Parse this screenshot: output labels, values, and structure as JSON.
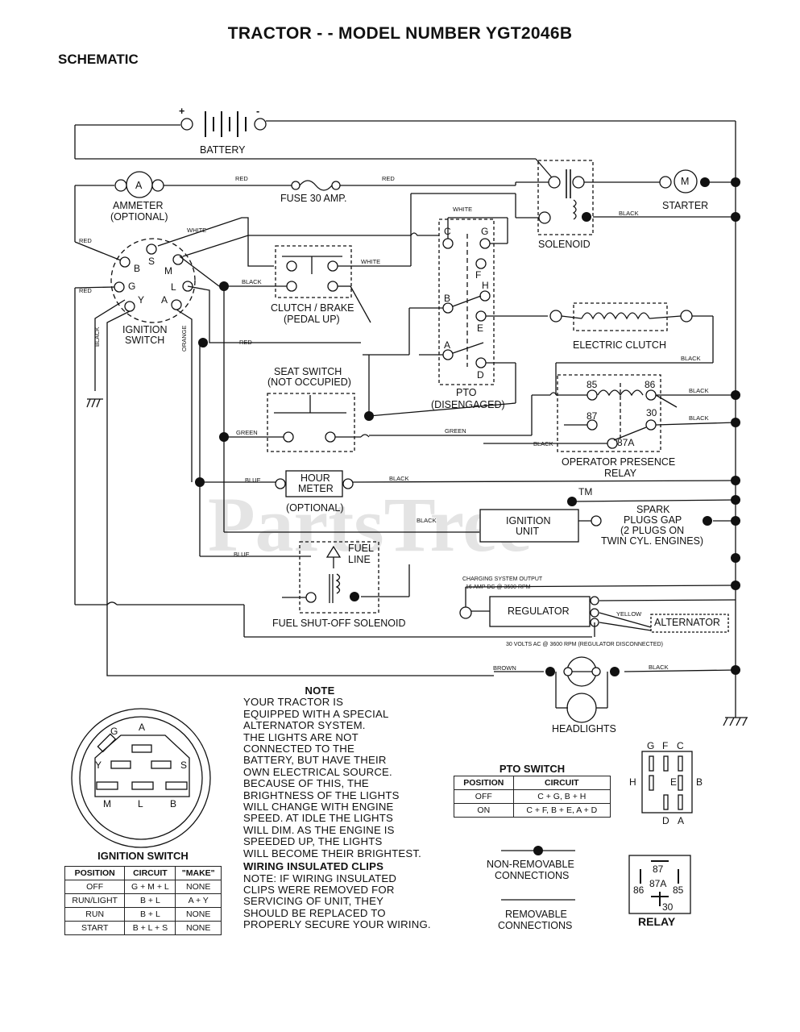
{
  "header": {
    "title": "TRACTOR - - MODEL NUMBER YGT2046B",
    "subtitle": "SCHEMATIC"
  },
  "watermark": {
    "text": "PartsTree",
    "tm": "TM"
  },
  "components": {
    "battery": "BATTERY",
    "battery_plus": "+",
    "battery_minus": "-",
    "ammeter_line1": "AMMETER",
    "ammeter_line2": "(OPTIONAL)",
    "ammeter_symbol": "A",
    "fuse": "FUSE 30 AMP.",
    "solenoid": "SOLENOID",
    "starter": "STARTER",
    "starter_symbol": "M",
    "ignition_switch_line1": "IGNITION",
    "ignition_switch_line2": "SWITCH",
    "clutch_brake_line1": "CLUTCH / BRAKE",
    "clutch_brake_line2": "(PEDAL UP)",
    "seat_switch_line1": "SEAT SWITCH",
    "seat_switch_line2": "(NOT OCCUPIED)",
    "pto_line1": "PTO",
    "pto_line2": "(DISENGAGED)",
    "electric_clutch": "ELECTRIC CLUTCH",
    "opr_line1": "OPERATOR PRESENCE",
    "opr_line2": "RELAY",
    "hour_meter_line1": "HOUR",
    "hour_meter_line2": "METER",
    "hour_meter_opt": "(OPTIONAL)",
    "ignition_unit_line1": "IGNITION",
    "ignition_unit_line2": "UNIT",
    "spark_line1": "SPARK",
    "spark_line2": "PLUGS GAP",
    "spark_line3": "(2 PLUGS ON",
    "spark_line4": "TWIN CYL. ENGINES)",
    "fuel_line1": "FUEL",
    "fuel_line2": "LINE",
    "fuel_solenoid": "FUEL SHUT-OFF SOLENOID",
    "charging_line1": "CHARGING SYSTEM OUTPUT",
    "charging_line2": "16 AMP DC @ 3600 RPM",
    "regulator": "REGULATOR",
    "alternator": "ALTERNATOR",
    "alt_output": "30 VOLTS AC @ 3600 RPM (REGULATOR DISCONNECTED)",
    "headlights": "HEADLIGHTS"
  },
  "wire_colors": {
    "red": "RED",
    "white": "WHITE",
    "black": "BLACK",
    "orange": "ORANGE",
    "green": "GREEN",
    "blue": "BLUE",
    "yellow": "YELLOW",
    "brown": "BROWN"
  },
  "ignition_pins": {
    "b": "B",
    "s": "S",
    "m": "M",
    "g": "G",
    "l": "L",
    "y": "Y",
    "a": "A"
  },
  "pto_pins": {
    "c": "C",
    "g": "G",
    "f": "F",
    "h": "H",
    "b": "B",
    "e": "E",
    "a": "A",
    "d": "D"
  },
  "relay_pins": {
    "p85": "85",
    "p86": "86",
    "p87": "87",
    "p30": "30",
    "p87a": "87A"
  },
  "note": {
    "heading": "NOTE",
    "lines": [
      "YOUR TRACTOR IS",
      "EQUIPPED WITH A SPECIAL",
      "ALTERNATOR SYSTEM.",
      "THE LIGHTS ARE NOT",
      "CONNECTED TO THE",
      "BATTERY, BUT HAVE THEIR",
      "OWN ELECTRICAL SOURCE.",
      "BECAUSE OF THIS, THE",
      "BRIGHTNESS OF THE LIGHTS",
      "WILL CHANGE WITH ENGINE",
      "SPEED. AT IDLE THE LIGHTS",
      "WILL DIM. AS THE ENGINE IS",
      "SPEEDED UP, THE LIGHTS",
      "WILL BECOME THEIR BRIGHTEST."
    ],
    "clips_heading": "WIRING INSULATED CLIPS",
    "clips_lines": [
      "NOTE: IF WIRING INSULATED",
      "CLIPS WERE REMOVED FOR",
      "SERVICING OF UNIT, THEY",
      "SHOULD BE REPLACED TO",
      "PROPERLY SECURE YOUR WIRING."
    ]
  },
  "ignition_table": {
    "caption": "IGNITION SWITCH",
    "headers": [
      "POSITION",
      "CIRCUIT",
      "\"MAKE\""
    ],
    "rows": [
      [
        "OFF",
        "G + M + L",
        "NONE"
      ],
      [
        "RUN/LIGHT",
        "B + L",
        "A + Y"
      ],
      [
        "RUN",
        "B + L",
        "NONE"
      ],
      [
        "START",
        "B + L + S",
        "NONE"
      ]
    ]
  },
  "pto_table": {
    "caption": "PTO SWITCH",
    "headers": [
      "POSITION",
      "CIRCUIT"
    ],
    "rows": [
      [
        "OFF",
        "C + G, B + H"
      ],
      [
        "ON",
        "C + F, B + E, A + D"
      ]
    ]
  },
  "ign_face": {
    "g": "G",
    "a": "A",
    "y": "Y",
    "s": "S",
    "m": "M",
    "l": "L",
    "b": "B"
  },
  "pto_face": {
    "g": "G",
    "f": "F",
    "c": "C",
    "h": "H",
    "e": "E",
    "b": "B",
    "d": "D",
    "a": "A"
  },
  "legend": {
    "nonremovable_line1": "NON-REMOVABLE",
    "nonremovable_line2": "CONNECTIONS",
    "removable_line1": "REMOVABLE",
    "removable_line2": "CONNECTIONS"
  },
  "relay_face": {
    "p87": "87",
    "p86": "86",
    "p87a": "87A",
    "p85": "85",
    "p30": "30",
    "caption": "RELAY"
  }
}
